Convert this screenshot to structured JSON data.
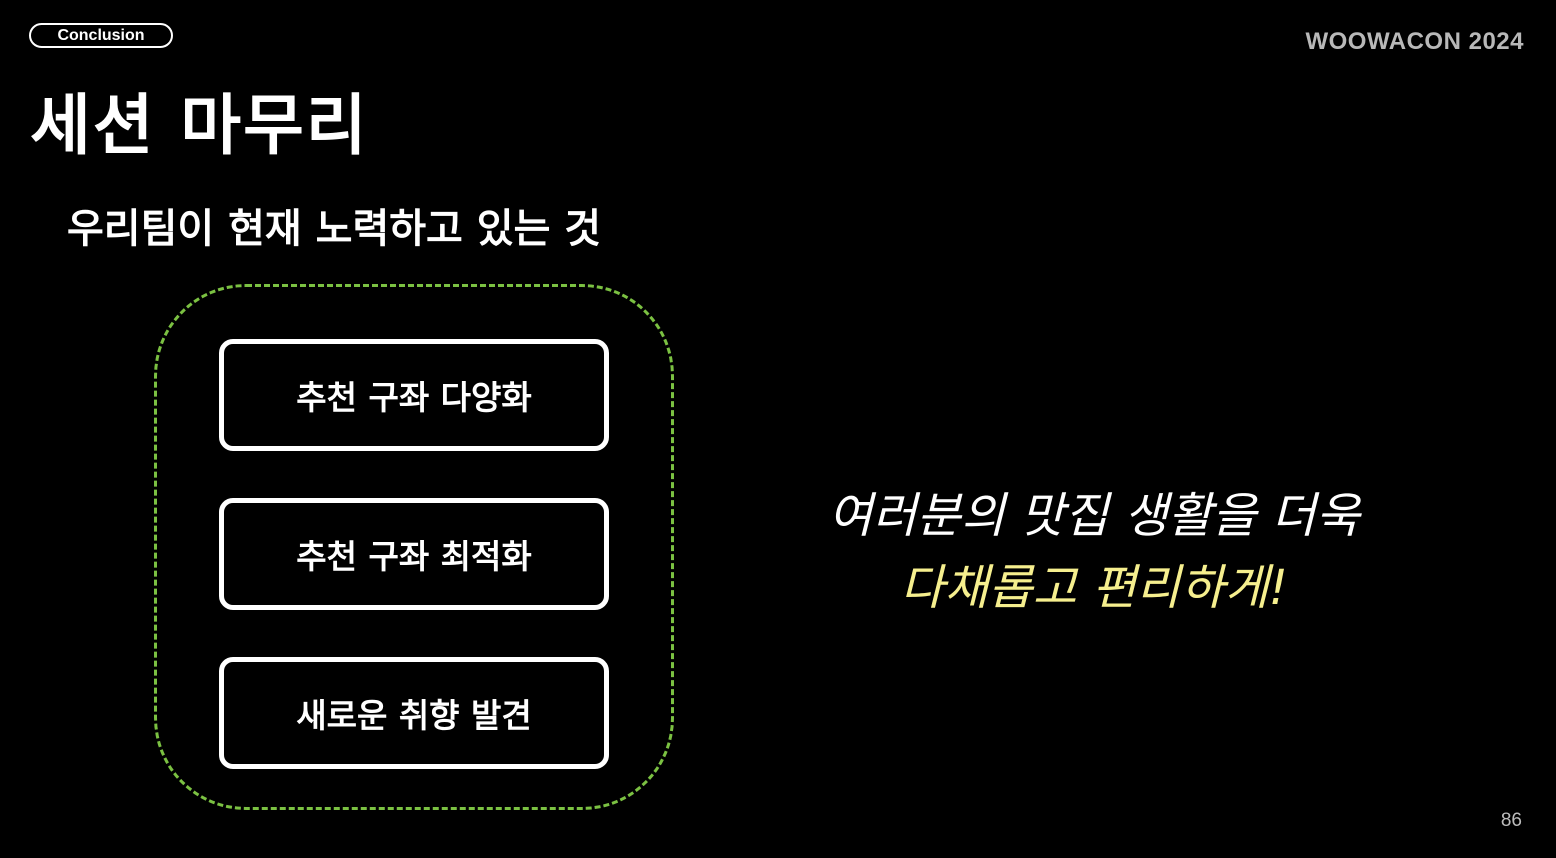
{
  "header": {
    "section_tag": "Conclusion",
    "brand": "WOOWACON 2024"
  },
  "slide": {
    "title": "세션 마무리",
    "subtitle": "우리팀이 현재 노력하고 있는 것",
    "items": [
      {
        "label": "추천 구좌 다양화"
      },
      {
        "label": "추천 구좌 최적화"
      },
      {
        "label": "새로운 취향 발견"
      }
    ],
    "tagline": {
      "line1": "여러분의 맛집 생활을 더욱",
      "line2": "다채롭고 편리하게!"
    },
    "page_number": "86"
  },
  "colors": {
    "background": "#000000",
    "text": "#ffffff",
    "dashed_border": "#7bc142",
    "highlight": "#f6ef8e",
    "brand": "#b8b8b8"
  }
}
